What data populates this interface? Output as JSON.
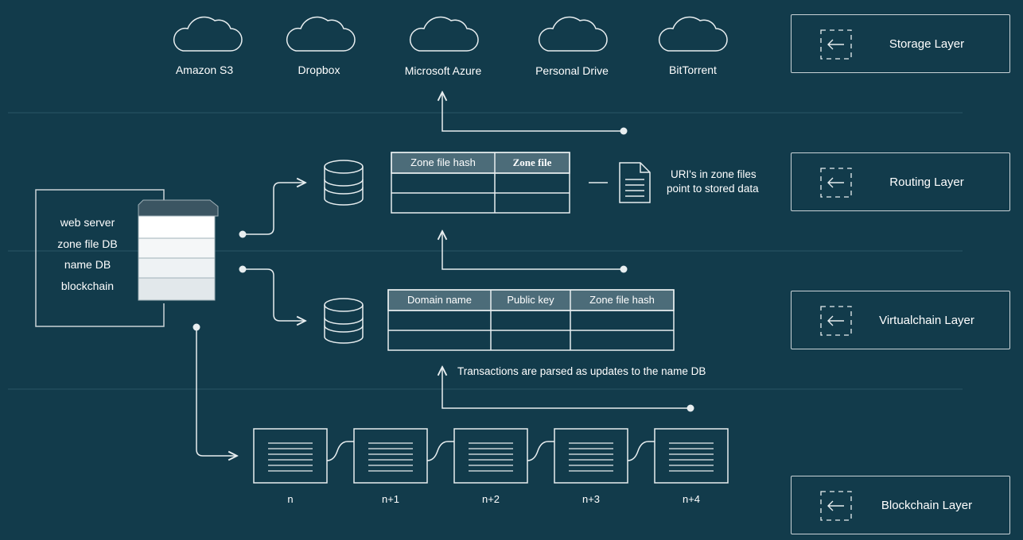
{
  "storage_services": [
    "Amazon S3",
    "Dropbox",
    "Microsoft Azure",
    "Personal Drive",
    "BitTorrent"
  ],
  "layers": [
    "Storage Layer",
    "Routing Layer",
    "Virtualchain Layer",
    "Blockchain Layer"
  ],
  "node_stack": [
    "web server",
    "zone file DB",
    "name DB",
    "blockchain"
  ],
  "zone_table": {
    "headers": [
      "Zone file hash",
      "Zone file"
    ]
  },
  "zone_note": [
    "URI's in zone files",
    "point to stored data"
  ],
  "name_table": {
    "headers": [
      "Domain name",
      "Public key",
      "Zone file hash"
    ]
  },
  "tx_note": "Transactions are parsed as updates to the name DB",
  "blocks": [
    "n",
    "n+1",
    "n+2",
    "n+3",
    "n+4"
  ],
  "colors": {
    "background": "#123b4b",
    "line": "#e8eef0",
    "divider": "#2a5566"
  }
}
